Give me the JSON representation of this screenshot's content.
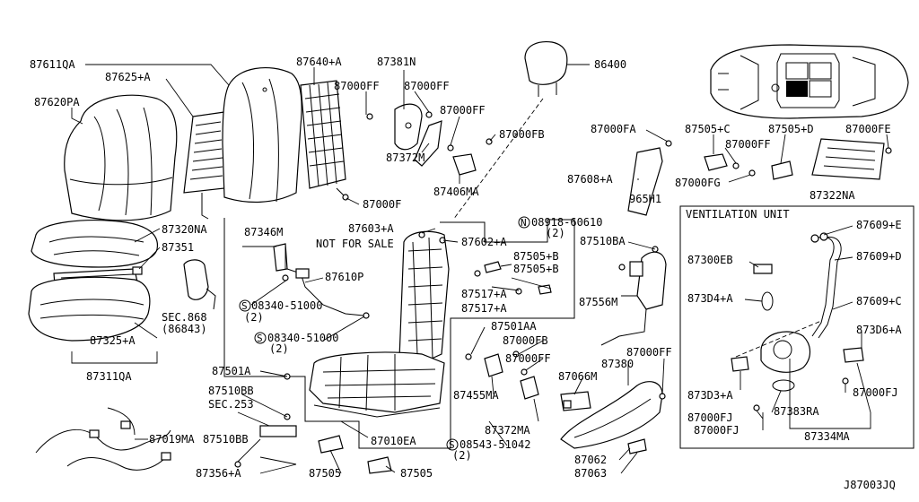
{
  "labels": {
    "l87611QA": "87611QA",
    "l87625A": "87625+A",
    "l87620PA": "87620PA",
    "l87640A": "87640+A",
    "l87381N": "87381N",
    "l87000FF_a": "87000FF",
    "l87000FF_b": "87000FF",
    "l87000FF_c": "87000FF",
    "l87000FB_a": "87000FB",
    "l87372M_a": "87372M",
    "l87406MA": "87406MA",
    "l87000F": "87000F",
    "l86400": "86400",
    "l87000FA": "87000FA",
    "l87608A": "87608+A",
    "l87505C": "87505+C",
    "l87000FF_d": "87000FF",
    "l87505D": "87505+D",
    "l87000FE": "87000FE",
    "l87000FG": "87000FG",
    "l87322NA": "87322NA",
    "l965H1": "965H1",
    "l87320NA": "87320NA",
    "l87351": "87351",
    "l87346M": "87346M",
    "l87603A": "87603+A",
    "l87602A": "87602+A",
    "lN08918": "08918-60610",
    "lN08918q": "(2)",
    "l87510BA": "87510BA",
    "lNotForSale": "NOT FOR SALE",
    "l87505B_a": "87505+B",
    "l87505B_b": "87505+B",
    "l87610P": "87610P",
    "l87517A_a": "87517+A",
    "l87517A_b": "87517+A",
    "l87556M": "87556M",
    "lS08340a": "08340-51000",
    "lS08340aq": "(2)",
    "lS08340b": "08340-51000",
    "lS08340bq": "(2)",
    "lSec868": "SEC.868",
    "lSec868b": "(86843)",
    "l87325A": "87325+A",
    "l87311QA": "87311QA",
    "l87501AA": "87501AA",
    "l87000FB_b": "87000FB",
    "l87000FF_e": "87000FF",
    "l87455MA": "87455MA",
    "l87066M": "87066M",
    "l87380": "87380",
    "l87000FF_f": "87000FF",
    "l87501A": "87501A",
    "l87510BB_a": "87510BB",
    "lSec253": "SEC.253",
    "l87372MA": "87372MA",
    "l87019MA": "87019MA",
    "l87510BB_b": "87510BB",
    "l87010EA": "87010EA",
    "lS08543": "08543-51042",
    "lS08543q": "(2)",
    "l87062": "87062",
    "l87356A": "87356+A",
    "l87505_a": "87505",
    "l87505_b": "87505",
    "l87063": "87063",
    "lVent": "VENTILATION UNIT",
    "l87609E": "87609+E",
    "l87300EB": "87300EB",
    "l87609D": "87609+D",
    "l873D4A": "873D4+A",
    "l87609C": "87609+C",
    "l873D6A": "873D6+A",
    "l873D3A": "873D3+A",
    "l87000FJ_a": "87000FJ",
    "l87000FJ_b": "87000FJ",
    "l87000FJ_c": "87000FJ",
    "l87383RA": "87383RA",
    "l87334MA": "87334MA",
    "lRef": "J87003JQ"
  }
}
